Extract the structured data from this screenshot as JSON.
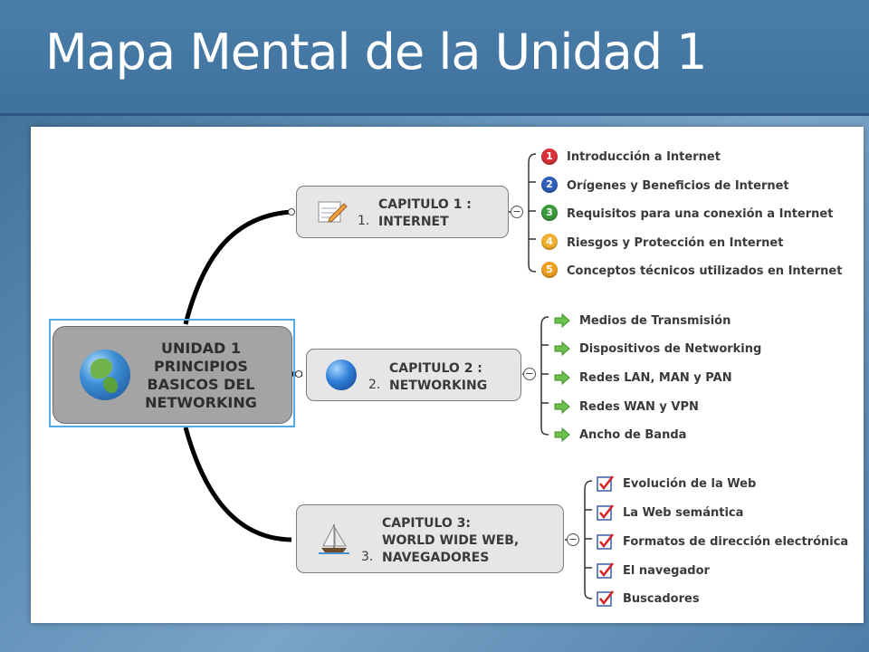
{
  "slide": {
    "title": "Mapa Mental de la Unidad 1"
  },
  "center": {
    "line1": "UNIDAD 1",
    "line2": "PRINCIPIOS",
    "line3": "BASICOS DEL",
    "line4": "NETWORKING",
    "icon": "globe-icon"
  },
  "chapters": [
    {
      "line1": "CAPITULO 1 :",
      "num": "1.",
      "line2": "INTERNET",
      "icon": "notepad-pencil-icon",
      "item_marker": "numbered-badge",
      "items": [
        "Introducción a Internet",
        "Orígenes y Beneficios de Internet",
        "Requisitos para una conexión a Internet",
        "Riesgos y Protección en Internet",
        "Conceptos técnicos utilizados en Internet"
      ],
      "badges": [
        "1",
        "2",
        "3",
        "4",
        "5"
      ]
    },
    {
      "line1": "CAPITULO 2 :",
      "num": "2.",
      "line2": "NETWORKING",
      "icon": "blue-sphere-icon",
      "item_marker": "green-arrow-icon",
      "items": [
        "Medios de Transmisión",
        "Dispositivos de Networking",
        "Redes LAN, MAN y PAN",
        "Redes WAN y VPN",
        "Ancho de Banda"
      ]
    },
    {
      "line1": "CAPITULO 3:",
      "line2": "WORLD WIDE WEB,",
      "num": "3.",
      "line3": "NAVEGADORES",
      "icon": "sailboat-icon",
      "item_marker": "checkbox-icon",
      "items": [
        "Evolución de la Web",
        "La Web semántica",
        "Formatos de dirección electrónica",
        "El navegador",
        "Buscadores"
      ]
    }
  ],
  "colors": {
    "header": "#4a7ea9",
    "node_fill": "#e6e6e6",
    "center_fill": "#a4a4a4",
    "selection": "#56a8e6",
    "badge_1": "#d9323a",
    "badge_2": "#2f5fb8",
    "badge_3": "#3a9a3a",
    "badge_4": "#f0b030",
    "badge_5": "#f0a020",
    "arrow_green": "#6cc24a",
    "check_red": "#d42020"
  }
}
